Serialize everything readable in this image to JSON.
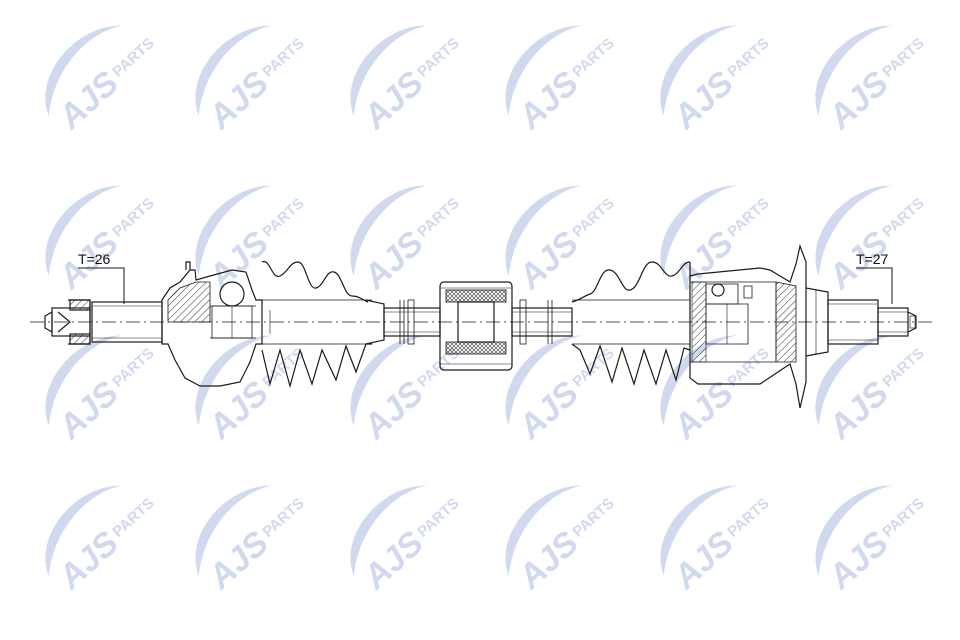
{
  "watermark": {
    "brand": "AJS",
    "sub": "PARTS",
    "color": "#c9d3ec"
  },
  "diagram": {
    "left_spline_label": "T=26",
    "right_spline_label": "T=27",
    "line_color": "#1a1a1a",
    "hatch_color": "#333333"
  }
}
